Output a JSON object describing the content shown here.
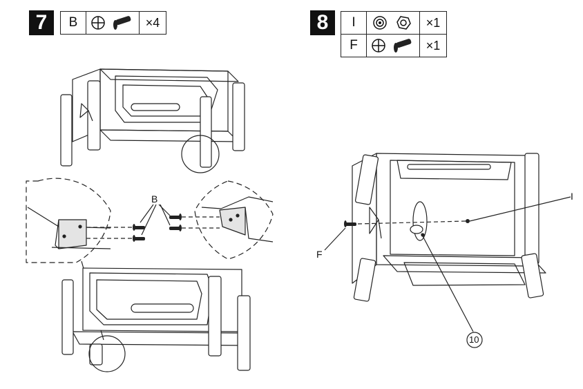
{
  "step7": {
    "number": "7",
    "parts": [
      {
        "code": "B",
        "icons": [
          "washer-screwhead-icon",
          "bolt-icon"
        ],
        "qty": "×4"
      }
    ],
    "callout_label": "B"
  },
  "step8": {
    "number": "8",
    "parts": [
      {
        "code": "I",
        "icons": [
          "washer-icon",
          "nut-icon"
        ],
        "qty": "×1"
      },
      {
        "code": "F",
        "icons": [
          "washer-screwhead-icon",
          "bolt-icon"
        ],
        "qty": "×1"
      }
    ],
    "callout_labels": {
      "i": "I",
      "f": "F",
      "part": "10"
    }
  }
}
